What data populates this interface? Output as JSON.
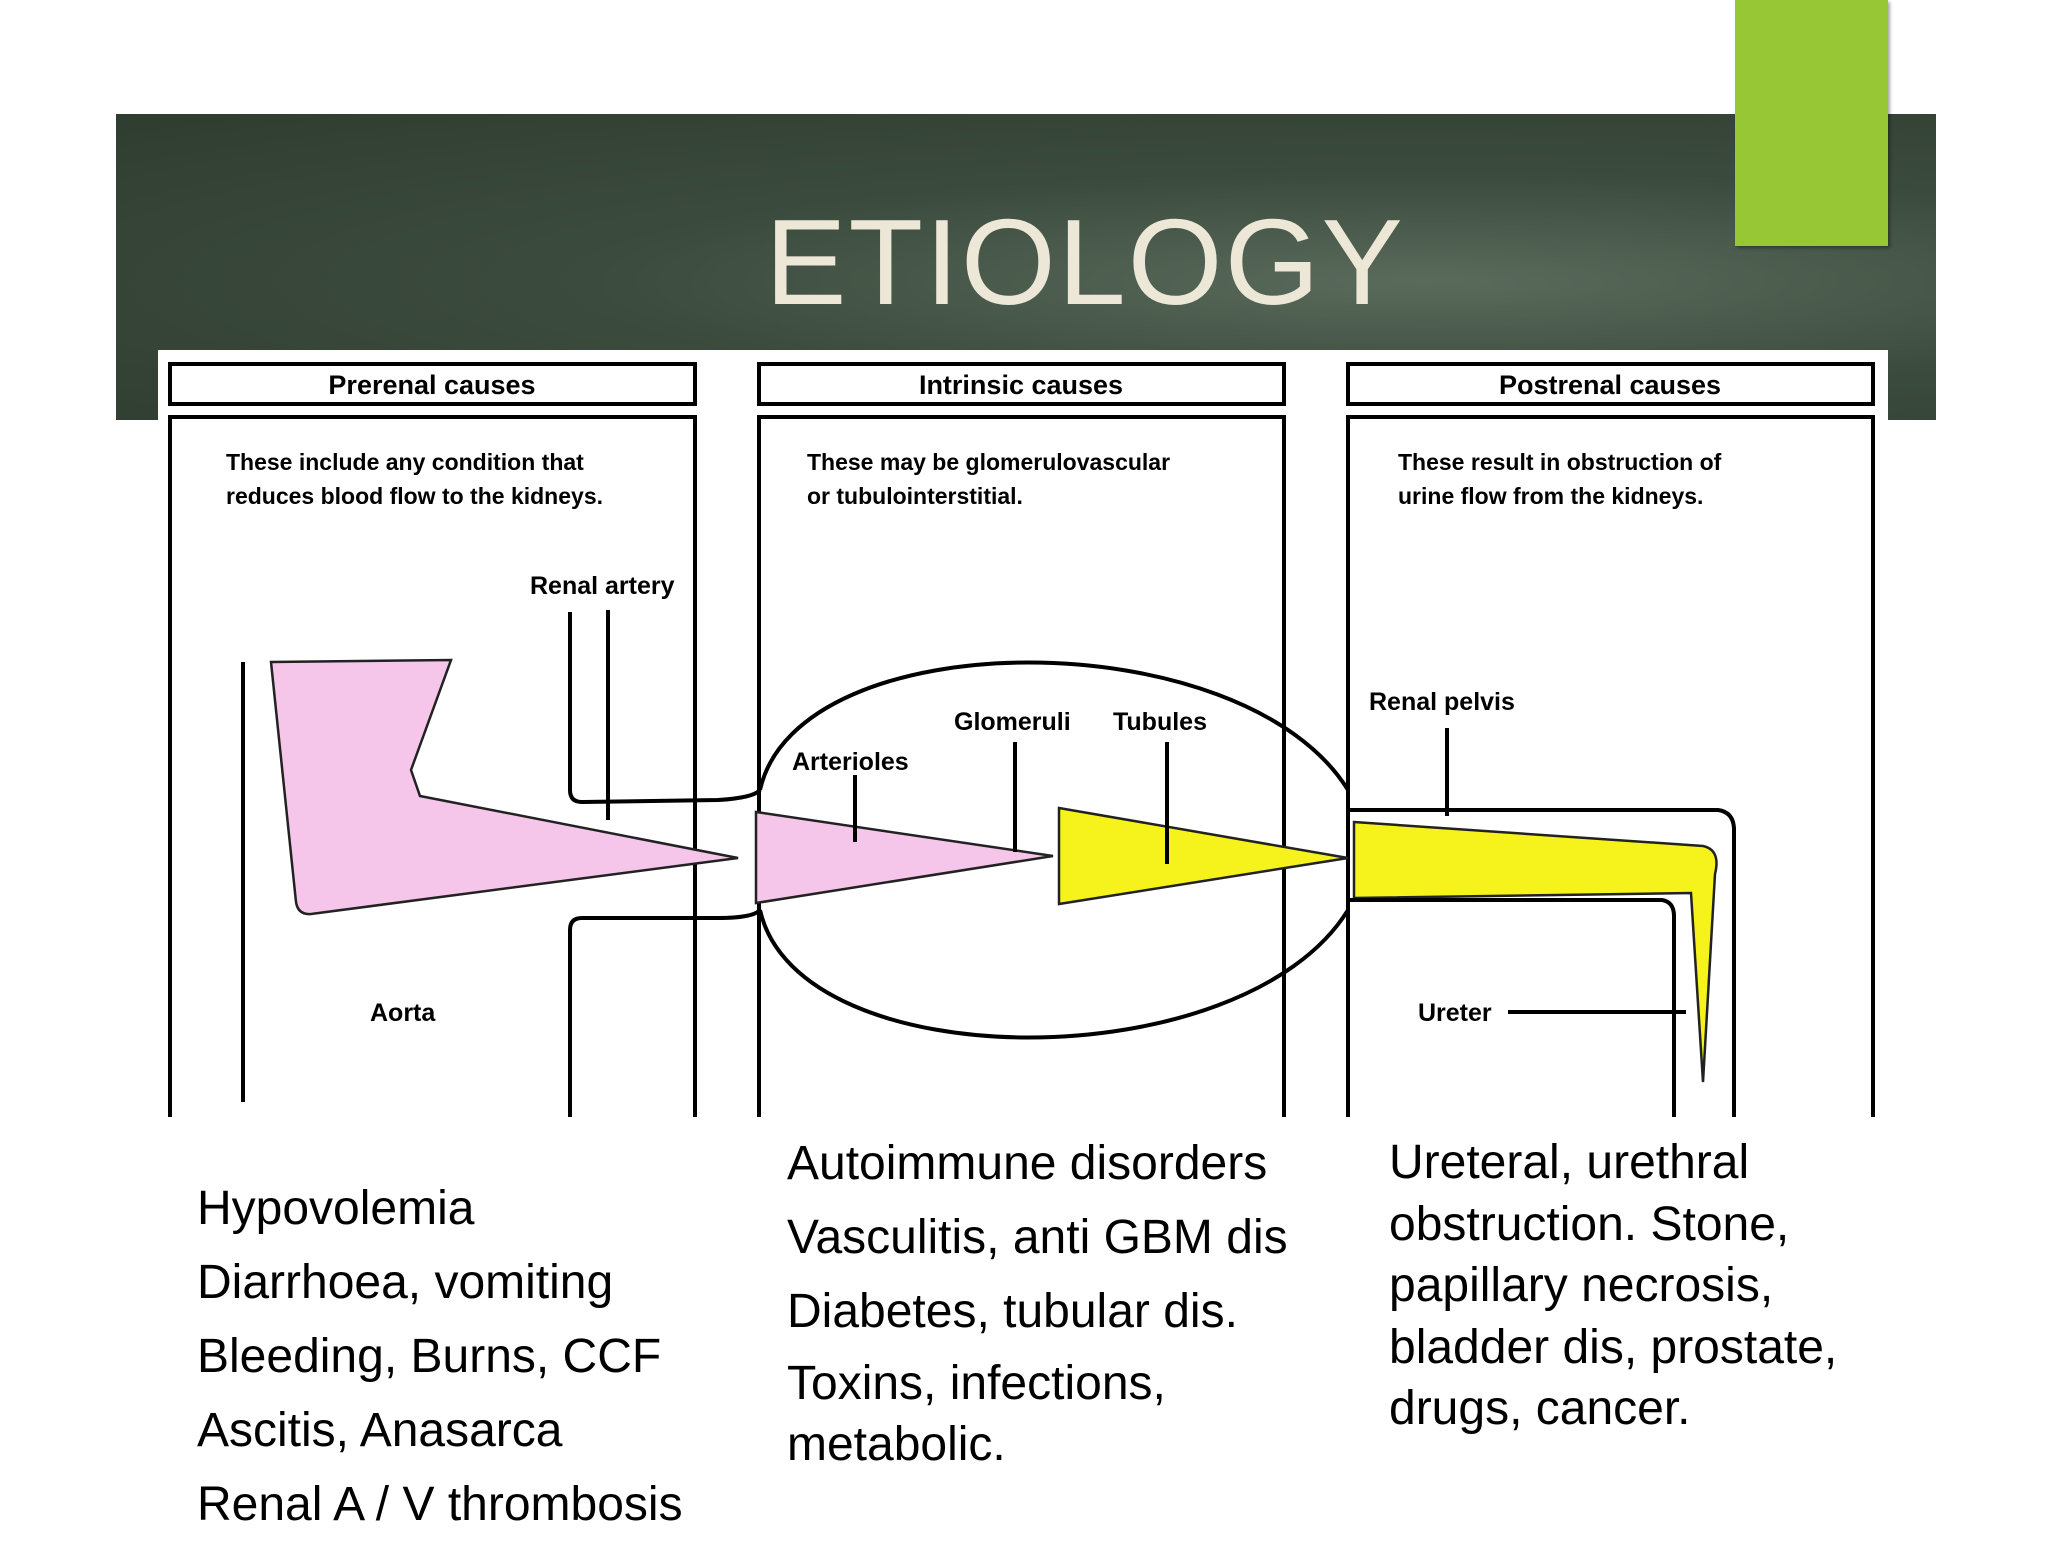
{
  "slide": {
    "title": "ETIOLOGY",
    "colors": {
      "banner": "#3b4b3d",
      "accent": "#97c734",
      "title": "#ece7d6"
    }
  },
  "diagram": {
    "headers": [
      "Prerenal causes",
      "Intrinsic causes",
      "Postrenal causes"
    ],
    "descriptions": [
      [
        "These include any condition that",
        "reduces blood flow to the kidneys."
      ],
      [
        "These may be glomerulovascular",
        "or tubulointerstitial."
      ],
      [
        "These result in obstruction of",
        "urine flow from the kidneys."
      ]
    ],
    "labels": {
      "renal_artery": "Renal artery",
      "aorta": "Aorta",
      "arterioles": "Arterioles",
      "glomeruli": "Glomeruli",
      "tubules": "Tubules",
      "renal_pelvis": "Renal pelvis",
      "ureter": "Ureter"
    },
    "colors": {
      "prerenal_fill": "#f6c6ea",
      "postrenal_fill": "#f6f21c"
    }
  },
  "causes": {
    "prerenal": [
      "Hypovolemia",
      "Diarrhoea, vomiting",
      "Bleeding, Burns, CCF",
      "Ascitis, Anasarca",
      "Renal A / V thrombosis"
    ],
    "intrinsic": [
      "Autoimmune disorders",
      "Vasculitis, anti GBM dis",
      "Diabetes, tubular dis.",
      "Toxins, infections,",
      "metabolic."
    ],
    "postrenal": [
      "Ureteral, urethral",
      "obstruction. Stone,",
      "papillary necrosis,",
      "bladder dis, prostate,",
      "drugs, cancer."
    ]
  }
}
